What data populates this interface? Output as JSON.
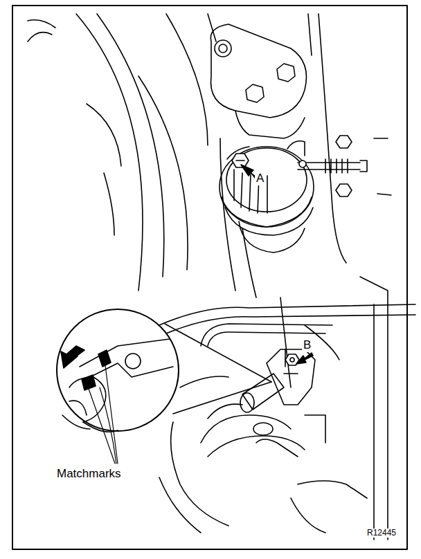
{
  "diagram": {
    "labels": [
      "A",
      "B",
      "Matchmarks",
      "R12445"
    ]
  }
}
